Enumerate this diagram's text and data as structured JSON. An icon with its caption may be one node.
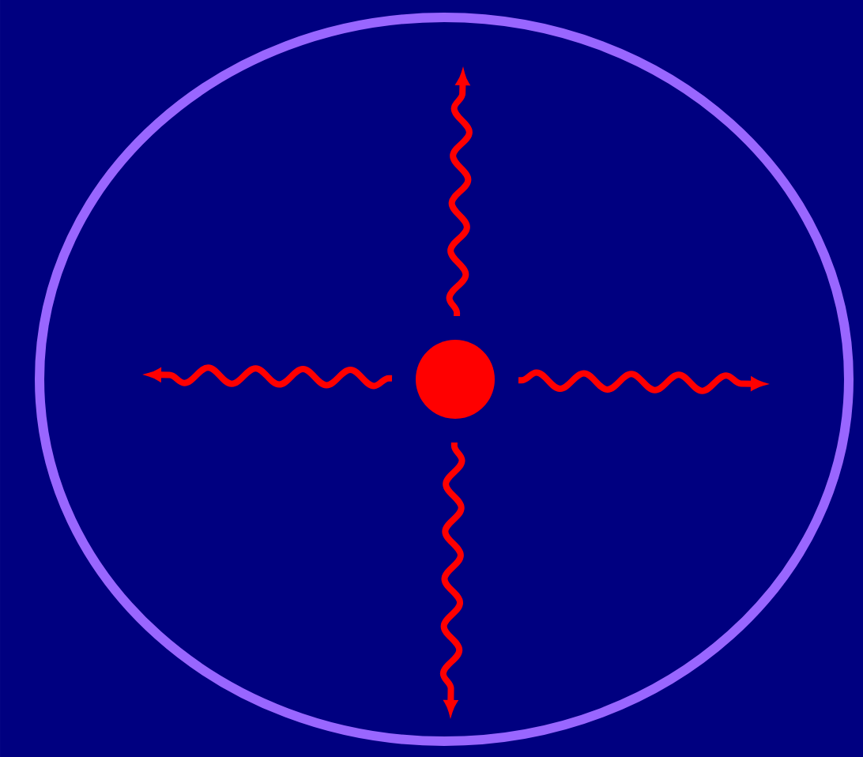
{
  "diagram": {
    "nodes": [
      {
        "text": [],
        "shape": "circle"
      },
      {
        "text": [],
        "shape": "circle",
        "in": 0
      }
    ],
    "edges": [
      {
        "from": 1,
        "to": null,
        "arrow": "to"
      },
      {
        "from": 1,
        "to": null,
        "arrow": "to"
      },
      {
        "from": 1,
        "to": null,
        "arrow": "to"
      },
      {
        "from": 1,
        "to": null,
        "arrow": "to"
      }
    ]
  }
}
